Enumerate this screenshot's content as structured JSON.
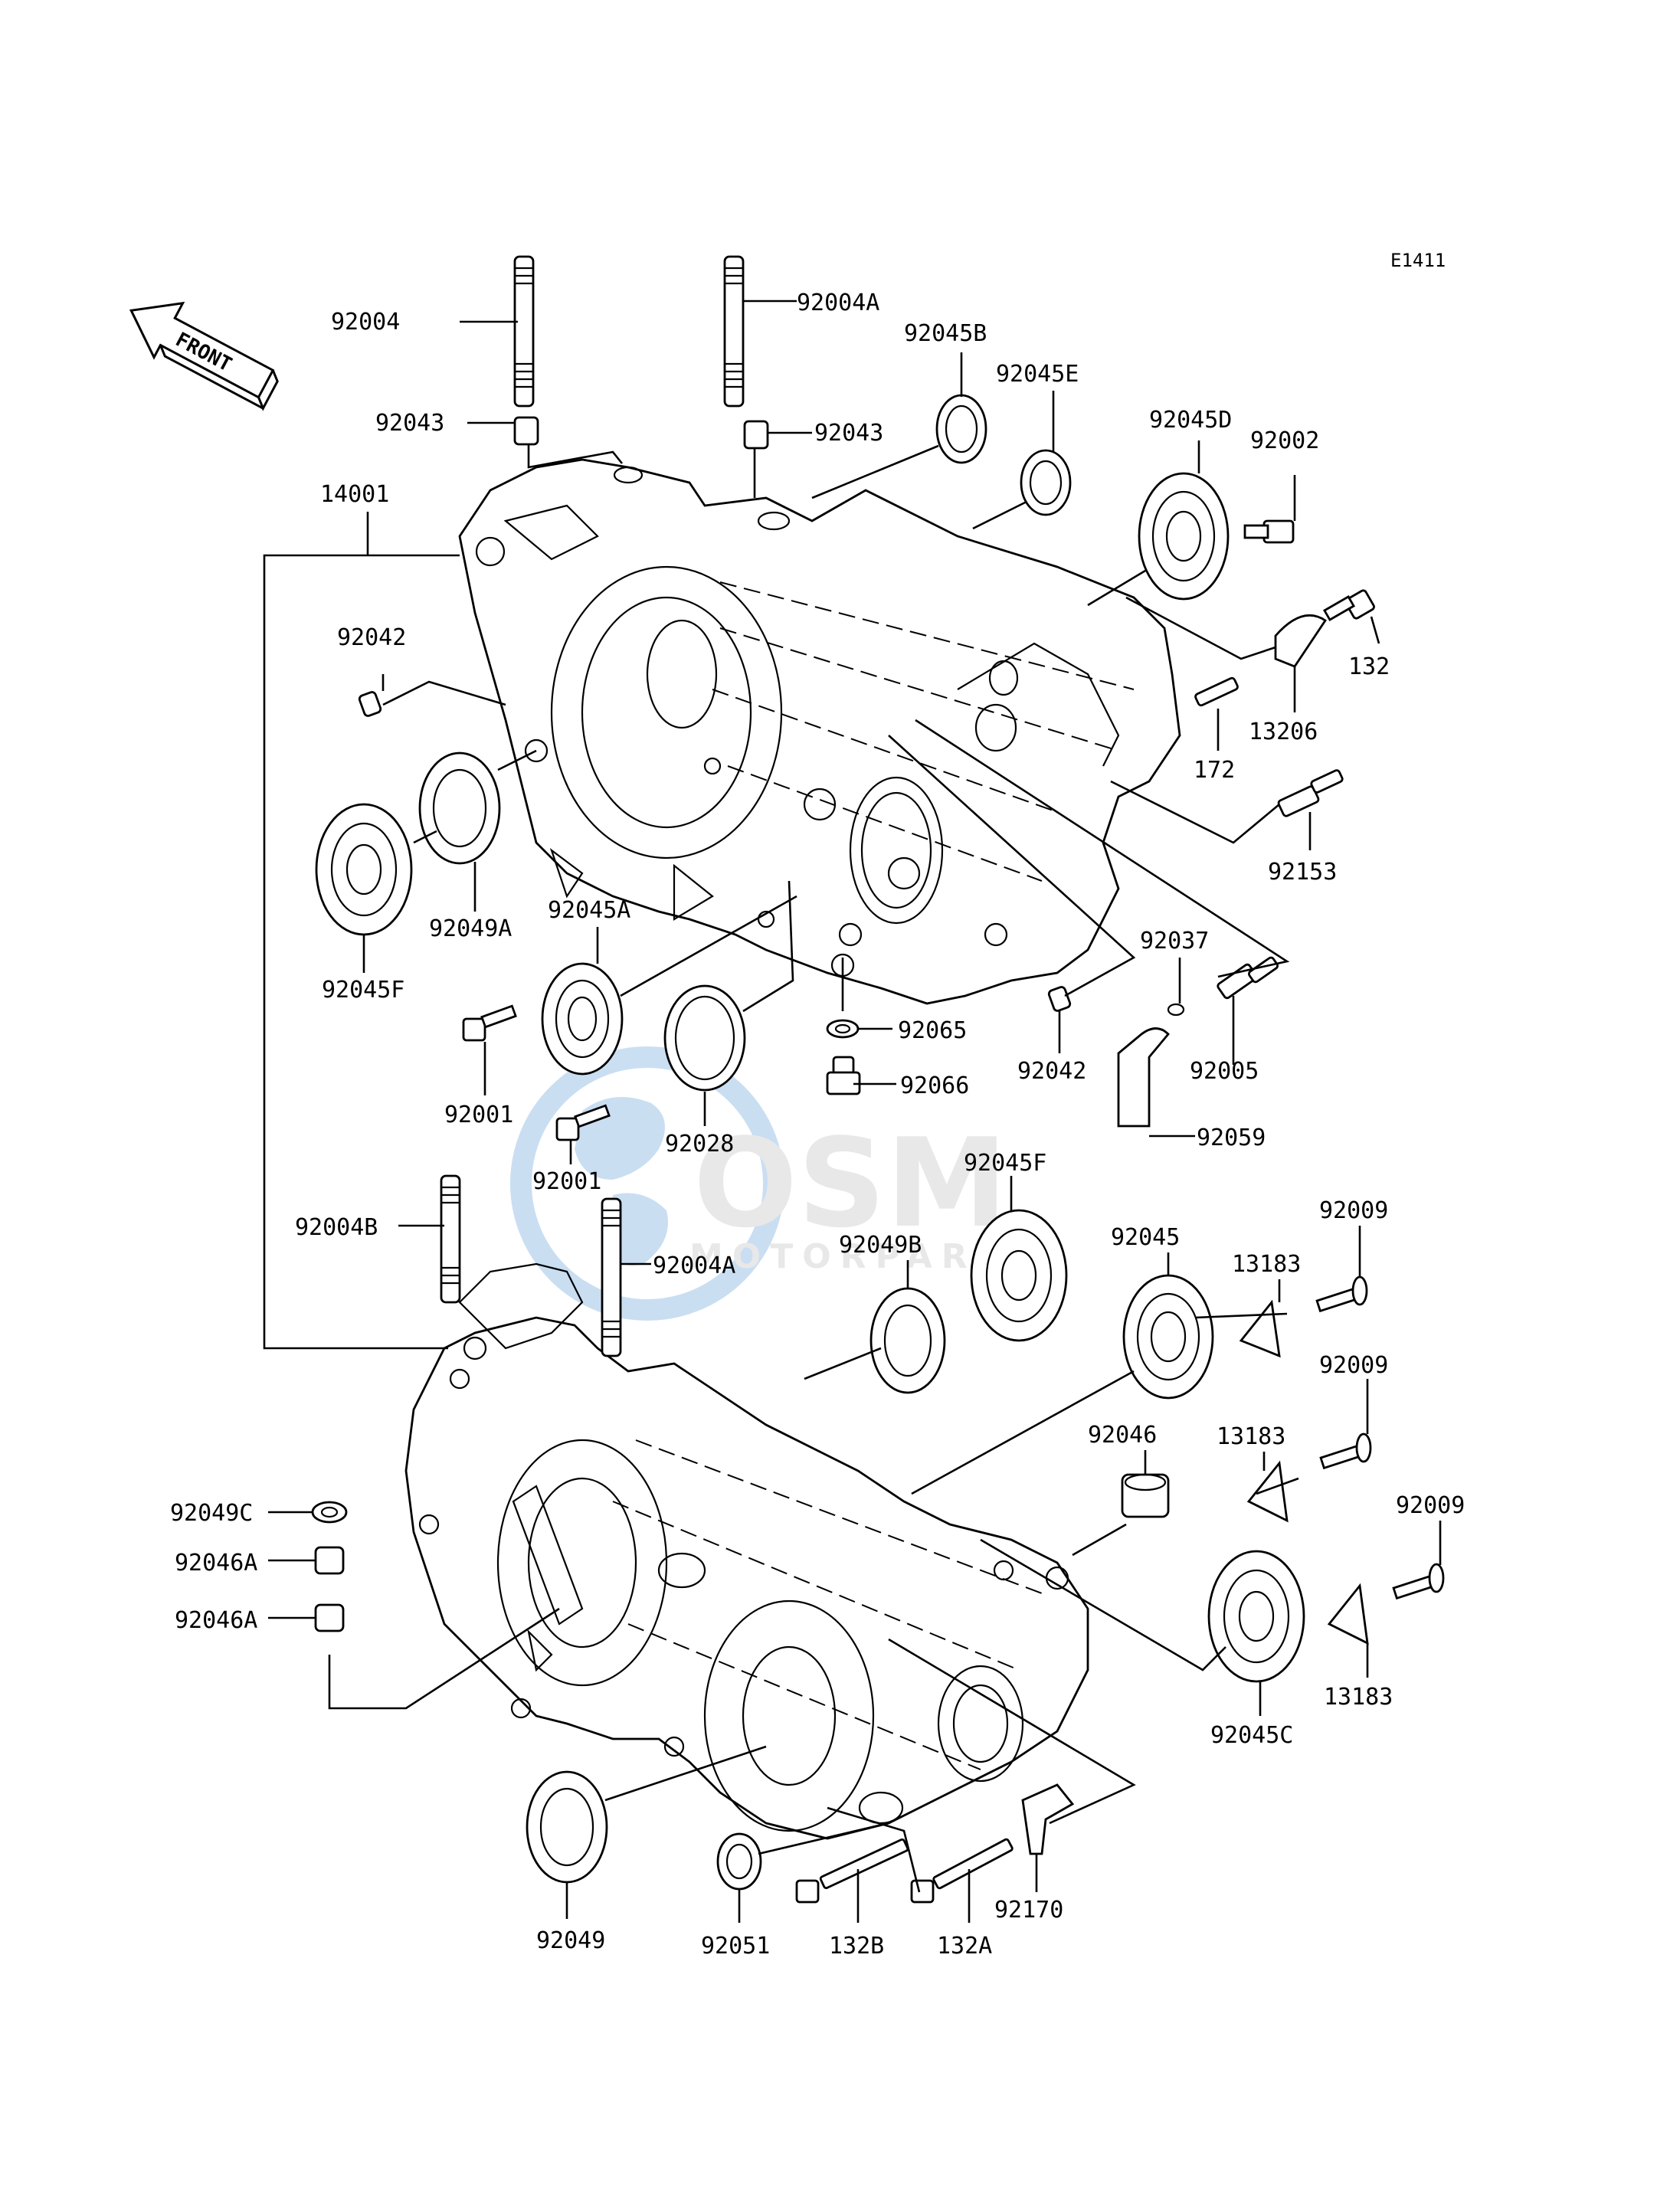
{
  "diagram": {
    "code": "E1411",
    "front_label": "FRONT",
    "colors": {
      "line": "#000000",
      "watermark_blue": "#9fc4e8",
      "watermark_grey": "#d6d6d6"
    },
    "watermark": {
      "brand": "OSM",
      "sub": "MOTORPARTS"
    },
    "parts": [
      "92004",
      "92004A",
      "92045B",
      "92045E",
      "92043",
      "92043",
      "92045D",
      "92002",
      "14001",
      "92042",
      "132",
      "13206",
      "172",
      "92153",
      "92049A",
      "92045F",
      "92045A",
      "92037",
      "92065",
      "92042",
      "92005",
      "92001",
      "92028",
      "92066",
      "92059",
      "92001",
      "92045F",
      "92009",
      "92004B",
      "92045",
      "13183",
      "92004A",
      "92049B",
      "92009",
      "92046",
      "13183",
      "92049C",
      "92009",
      "92046A",
      "92046A",
      "92045C",
      "13183",
      "92049",
      "92051",
      "132B",
      "132A",
      "92170"
    ]
  }
}
